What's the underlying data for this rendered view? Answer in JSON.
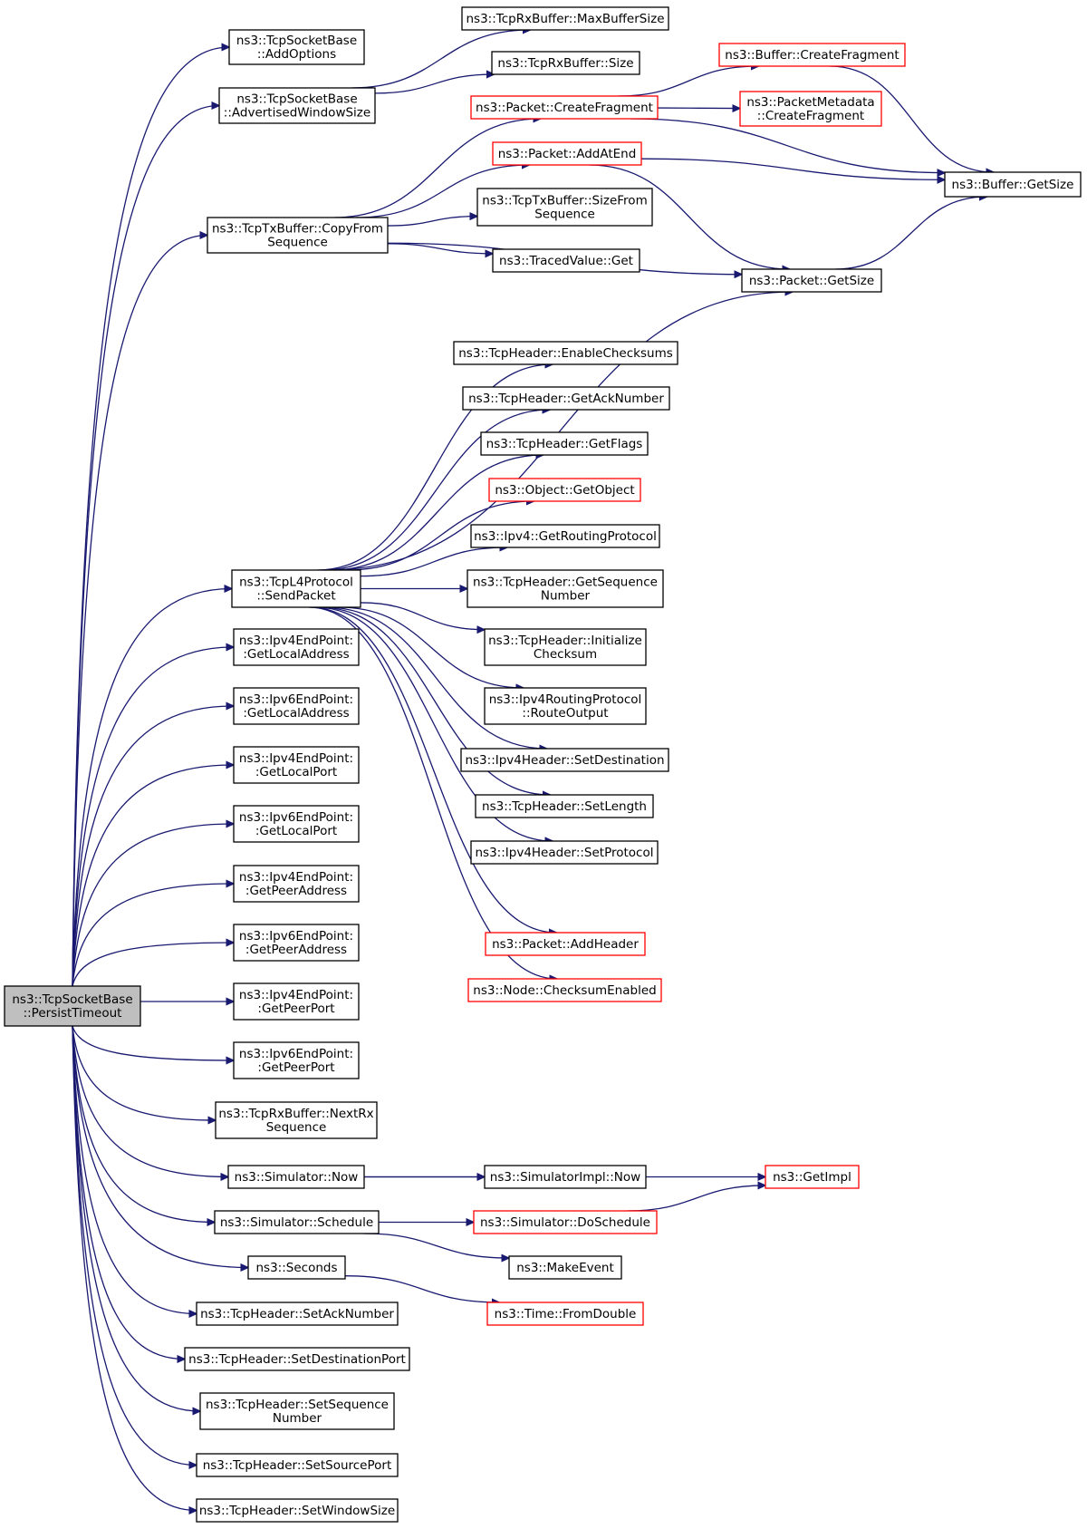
{
  "colors": {
    "edge": "#191970",
    "border_default": "#000000",
    "border_incomplete": "#ff0000",
    "root_fill": "#bfbfbf",
    "node_fill": "#ffffff"
  },
  "nodes": [
    {
      "id": "root",
      "lines": [
        "ns3::TcpSocketBase",
        "::PersistTimeout"
      ],
      "style": "root"
    },
    {
      "id": "addoptions",
      "lines": [
        "ns3::TcpSocketBase",
        "::AddOptions"
      ],
      "style": "default"
    },
    {
      "id": "advwin",
      "lines": [
        "ns3::TcpSocketBase",
        "::AdvertisedWindowSize"
      ],
      "style": "default"
    },
    {
      "id": "rxmax",
      "lines": [
        "ns3::TcpRxBuffer::MaxBufferSize"
      ],
      "style": "default"
    },
    {
      "id": "rxsize",
      "lines": [
        "ns3::TcpRxBuffer::Size"
      ],
      "style": "default"
    },
    {
      "id": "bufcreatefrag",
      "lines": [
        "ns3::Buffer::CreateFragment"
      ],
      "style": "incomplete"
    },
    {
      "id": "pktcreatefrag",
      "lines": [
        "ns3::Packet::CreateFragment"
      ],
      "style": "incomplete"
    },
    {
      "id": "pmcreatefrag",
      "lines": [
        "ns3::PacketMetadata",
        "::CreateFragment"
      ],
      "style": "incomplete"
    },
    {
      "id": "pktaddatend",
      "lines": [
        "ns3::Packet::AddAtEnd"
      ],
      "style": "incomplete"
    },
    {
      "id": "bufgetsize",
      "lines": [
        "ns3::Buffer::GetSize"
      ],
      "style": "default"
    },
    {
      "id": "txcopy",
      "lines": [
        "ns3::TcpTxBuffer::CopyFrom",
        "Sequence"
      ],
      "style": "default"
    },
    {
      "id": "txsizefrom",
      "lines": [
        "ns3::TcpTxBuffer::SizeFrom",
        "Sequence"
      ],
      "style": "default"
    },
    {
      "id": "tracedget",
      "lines": [
        "ns3::TracedValue::Get"
      ],
      "style": "default"
    },
    {
      "id": "pktgetsize",
      "lines": [
        "ns3::Packet::GetSize"
      ],
      "style": "default"
    },
    {
      "id": "enablechk",
      "lines": [
        "ns3::TcpHeader::EnableChecksums"
      ],
      "style": "default"
    },
    {
      "id": "getack",
      "lines": [
        "ns3::TcpHeader::GetAckNumber"
      ],
      "style": "default"
    },
    {
      "id": "getflags",
      "lines": [
        "ns3::TcpHeader::GetFlags"
      ],
      "style": "default"
    },
    {
      "id": "getobject",
      "lines": [
        "ns3::Object::GetObject"
      ],
      "style": "incomplete"
    },
    {
      "id": "getrouting",
      "lines": [
        "ns3::Ipv4::GetRoutingProtocol"
      ],
      "style": "default"
    },
    {
      "id": "sendpacket",
      "lines": [
        "ns3::TcpL4Protocol",
        "::SendPacket"
      ],
      "style": "default"
    },
    {
      "id": "getseq",
      "lines": [
        "ns3::TcpHeader::GetSequence",
        "Number"
      ],
      "style": "default"
    },
    {
      "id": "initchk",
      "lines": [
        "ns3::TcpHeader::Initialize",
        "Checksum"
      ],
      "style": "default"
    },
    {
      "id": "routeout",
      "lines": [
        "ns3::Ipv4RoutingProtocol",
        "::RouteOutput"
      ],
      "style": "default"
    },
    {
      "id": "setdest",
      "lines": [
        "ns3::Ipv4Header::SetDestination"
      ],
      "style": "default"
    },
    {
      "id": "setlen",
      "lines": [
        "ns3::TcpHeader::SetLength"
      ],
      "style": "default"
    },
    {
      "id": "setproto",
      "lines": [
        "ns3::Ipv4Header::SetProtocol"
      ],
      "style": "default"
    },
    {
      "id": "addheader",
      "lines": [
        "ns3::Packet::AddHeader"
      ],
      "style": "incomplete"
    },
    {
      "id": "chkenabled",
      "lines": [
        "ns3::Node::ChecksumEnabled"
      ],
      "style": "incomplete"
    },
    {
      "id": "v4localaddr",
      "lines": [
        "ns3::Ipv4EndPoint:",
        ":GetLocalAddress"
      ],
      "style": "default"
    },
    {
      "id": "v6localaddr",
      "lines": [
        "ns3::Ipv6EndPoint:",
        ":GetLocalAddress"
      ],
      "style": "default"
    },
    {
      "id": "v4localport",
      "lines": [
        "ns3::Ipv4EndPoint:",
        ":GetLocalPort"
      ],
      "style": "default"
    },
    {
      "id": "v6localport",
      "lines": [
        "ns3::Ipv6EndPoint:",
        ":GetLocalPort"
      ],
      "style": "default"
    },
    {
      "id": "v4peeraddr",
      "lines": [
        "ns3::Ipv4EndPoint:",
        ":GetPeerAddress"
      ],
      "style": "default"
    },
    {
      "id": "v6peeraddr",
      "lines": [
        "ns3::Ipv6EndPoint:",
        ":GetPeerAddress"
      ],
      "style": "default"
    },
    {
      "id": "v4peerport",
      "lines": [
        "ns3::Ipv4EndPoint:",
        ":GetPeerPort"
      ],
      "style": "default"
    },
    {
      "id": "v6peerport",
      "lines": [
        "ns3::Ipv6EndPoint:",
        ":GetPeerPort"
      ],
      "style": "default"
    },
    {
      "id": "nextrx",
      "lines": [
        "ns3::TcpRxBuffer::NextRx",
        "Sequence"
      ],
      "style": "default"
    },
    {
      "id": "simnow",
      "lines": [
        "ns3::Simulator::Now"
      ],
      "style": "default"
    },
    {
      "id": "simimplnow",
      "lines": [
        "ns3::SimulatorImpl::Now"
      ],
      "style": "default"
    },
    {
      "id": "getimpl",
      "lines": [
        "ns3::GetImpl"
      ],
      "style": "incomplete"
    },
    {
      "id": "simschedule",
      "lines": [
        "ns3::Simulator::Schedule"
      ],
      "style": "default"
    },
    {
      "id": "doschedule",
      "lines": [
        "ns3::Simulator::DoSchedule"
      ],
      "style": "incomplete"
    },
    {
      "id": "makeevent",
      "lines": [
        "ns3::MakeEvent"
      ],
      "style": "default"
    },
    {
      "id": "seconds",
      "lines": [
        "ns3::Seconds"
      ],
      "style": "default"
    },
    {
      "id": "fromdouble",
      "lines": [
        "ns3::Time::FromDouble"
      ],
      "style": "incomplete"
    },
    {
      "id": "setack",
      "lines": [
        "ns3::TcpHeader::SetAckNumber"
      ],
      "style": "default"
    },
    {
      "id": "setdestport",
      "lines": [
        "ns3::TcpHeader::SetDestinationPort"
      ],
      "style": "default"
    },
    {
      "id": "setseq",
      "lines": [
        "ns3::TcpHeader::SetSequence",
        "Number"
      ],
      "style": "default"
    },
    {
      "id": "setsrcport",
      "lines": [
        "ns3::TcpHeader::SetSourcePort"
      ],
      "style": "default"
    },
    {
      "id": "setwin",
      "lines": [
        "ns3::TcpHeader::SetWindowSize"
      ],
      "style": "default"
    }
  ],
  "edges": [
    [
      "root",
      "addoptions"
    ],
    [
      "root",
      "advwin"
    ],
    [
      "root",
      "txcopy"
    ],
    [
      "root",
      "sendpacket"
    ],
    [
      "root",
      "v4localaddr"
    ],
    [
      "root",
      "v6localaddr"
    ],
    [
      "root",
      "v4localport"
    ],
    [
      "root",
      "v6localport"
    ],
    [
      "root",
      "v4peeraddr"
    ],
    [
      "root",
      "v6peeraddr"
    ],
    [
      "root",
      "v4peerport"
    ],
    [
      "root",
      "v6peerport"
    ],
    [
      "root",
      "nextrx"
    ],
    [
      "root",
      "simnow"
    ],
    [
      "root",
      "simschedule"
    ],
    [
      "root",
      "seconds"
    ],
    [
      "root",
      "setack"
    ],
    [
      "root",
      "setdestport"
    ],
    [
      "root",
      "setseq"
    ],
    [
      "root",
      "setsrcport"
    ],
    [
      "root",
      "setwin"
    ],
    [
      "advwin",
      "rxmax"
    ],
    [
      "advwin",
      "rxsize"
    ],
    [
      "pktcreatefrag",
      "bufcreatefrag"
    ],
    [
      "pktcreatefrag",
      "pmcreatefrag"
    ],
    [
      "pktcreatefrag",
      "bufgetsize"
    ],
    [
      "bufcreatefrag",
      "bufgetsize"
    ],
    [
      "pktaddatend",
      "bufgetsize"
    ],
    [
      "pktaddatend",
      "pktgetsize"
    ],
    [
      "pktgetsize",
      "bufgetsize"
    ],
    [
      "txcopy",
      "pktcreatefrag"
    ],
    [
      "txcopy",
      "pktaddatend"
    ],
    [
      "txcopy",
      "txsizefrom"
    ],
    [
      "txcopy",
      "tracedget"
    ],
    [
      "txcopy",
      "pktgetsize"
    ],
    [
      "sendpacket",
      "enablechk"
    ],
    [
      "sendpacket",
      "getack"
    ],
    [
      "sendpacket",
      "getflags"
    ],
    [
      "sendpacket",
      "getobject"
    ],
    [
      "sendpacket",
      "getrouting"
    ],
    [
      "sendpacket",
      "getseq"
    ],
    [
      "sendpacket",
      "initchk"
    ],
    [
      "sendpacket",
      "routeout"
    ],
    [
      "sendpacket",
      "setdest"
    ],
    [
      "sendpacket",
      "setlen"
    ],
    [
      "sendpacket",
      "setproto"
    ],
    [
      "sendpacket",
      "pktgetsize"
    ],
    [
      "sendpacket",
      "addheader"
    ],
    [
      "sendpacket",
      "chkenabled"
    ],
    [
      "simnow",
      "getimpl"
    ],
    [
      "simnow",
      "simimplnow"
    ],
    [
      "simschedule",
      "doschedule"
    ],
    [
      "simschedule",
      "makeevent"
    ],
    [
      "doschedule",
      "getimpl"
    ],
    [
      "seconds",
      "fromdouble"
    ]
  ]
}
